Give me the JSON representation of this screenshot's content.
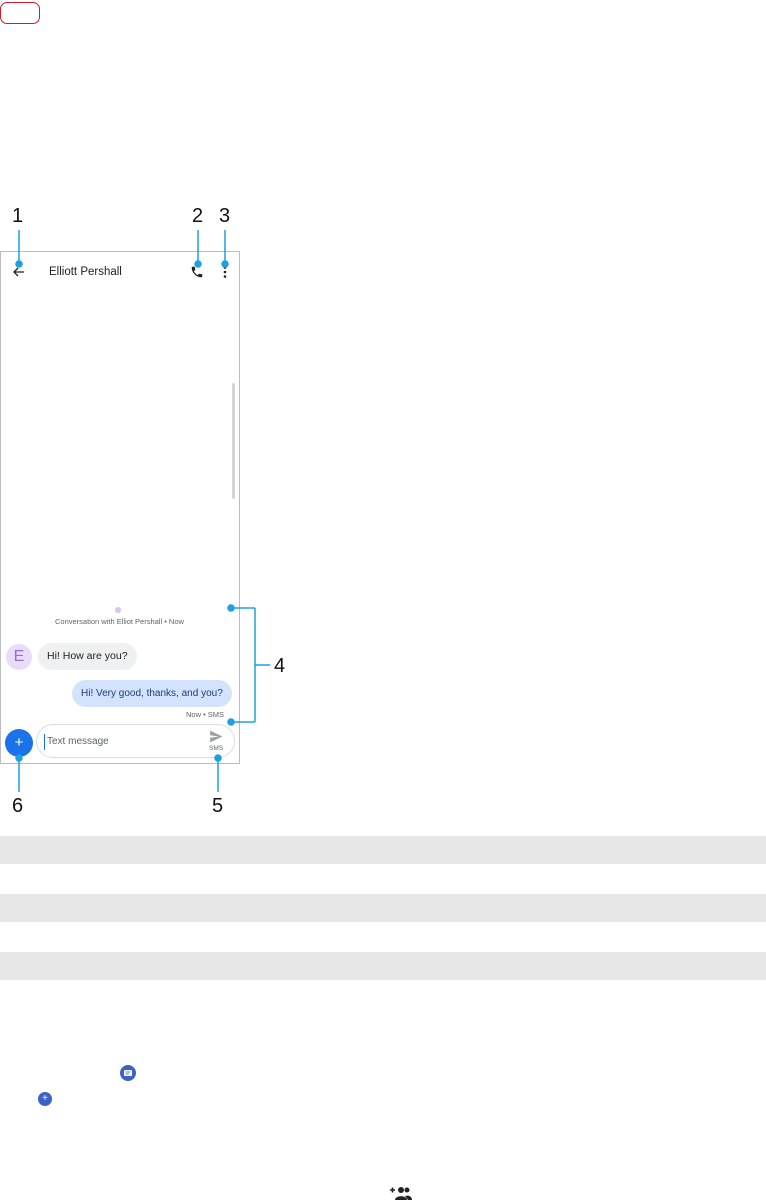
{
  "screen": {
    "contact_name": "Elliott Pershall",
    "conversation_info": "Conversation with Elliot Pershall • Now",
    "avatar_initial": "E",
    "incoming_message": "Hi! How are you?",
    "outgoing_message": "Hi! Very good, thanks, and you?",
    "message_meta": "Now • SMS",
    "composer_placeholder": "Text message",
    "send_label": "SMS",
    "fab_symbol": "+"
  },
  "callouts": {
    "c1": "1",
    "c2": "2",
    "c3": "3",
    "c4": "4",
    "c5": "5",
    "c6": "6"
  },
  "colors": {
    "callout_line": "#1da0e2",
    "badge_border": "#d11a2a",
    "fab": "#1a73e8",
    "outgoing_bubble": "#d3e3fd",
    "incoming_bubble": "#eff0f2",
    "band": "#e6e6e6",
    "inline_icon": "#3b63c7"
  },
  "icons": [
    "back-arrow-icon",
    "phone-icon",
    "more-vert-icon",
    "send-icon",
    "add-icon",
    "message-icon",
    "add-group-icon"
  ]
}
